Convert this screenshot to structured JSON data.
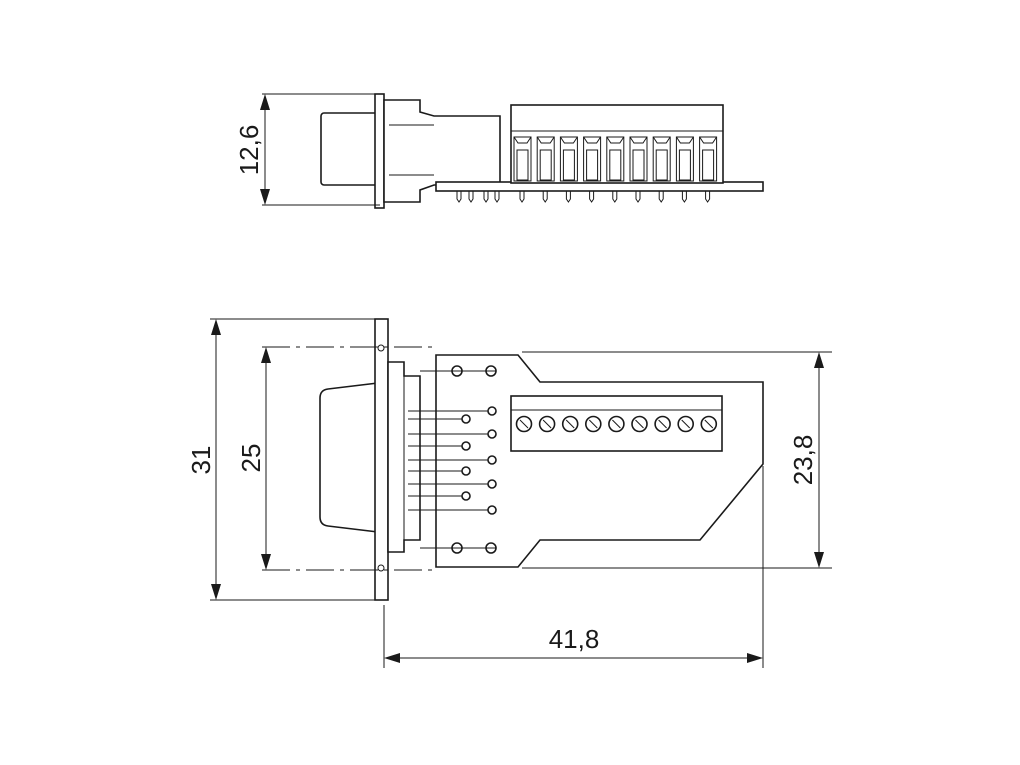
{
  "dimensions": {
    "height_side_view": "12,6",
    "overall_height": "31",
    "flange_height": "25",
    "board_height": "23,8",
    "overall_length": "41,8"
  },
  "terminal_block": {
    "pin_count": 9
  }
}
